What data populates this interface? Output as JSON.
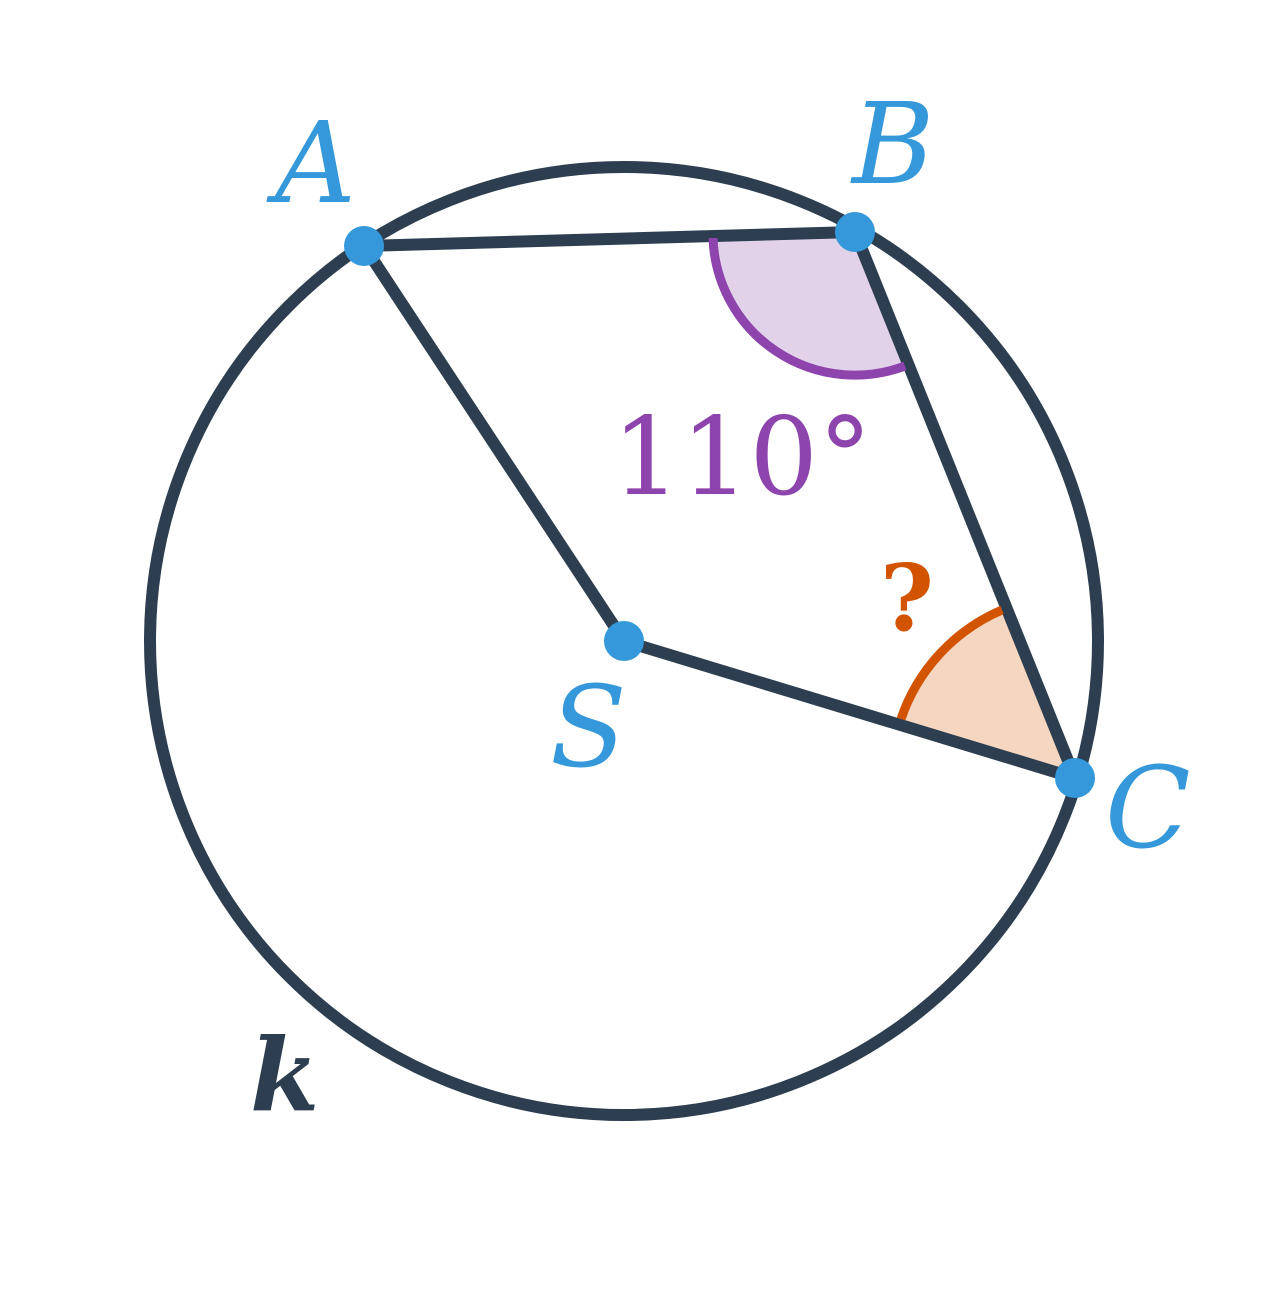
{
  "colors": {
    "stroke": "#2c3e50",
    "point": "#3498db",
    "known_angle": "#8e44ad",
    "known_angle_fill": "#e1d2ea",
    "unknown_angle": "#d35400",
    "unknown_angle_fill": "#f5d6c0",
    "background": "#ffffff"
  },
  "labels": {
    "A": "A",
    "B": "B",
    "C": "C",
    "S": "S",
    "circle": "k",
    "known_angle": "110°",
    "unknown_angle": "?"
  }
}
